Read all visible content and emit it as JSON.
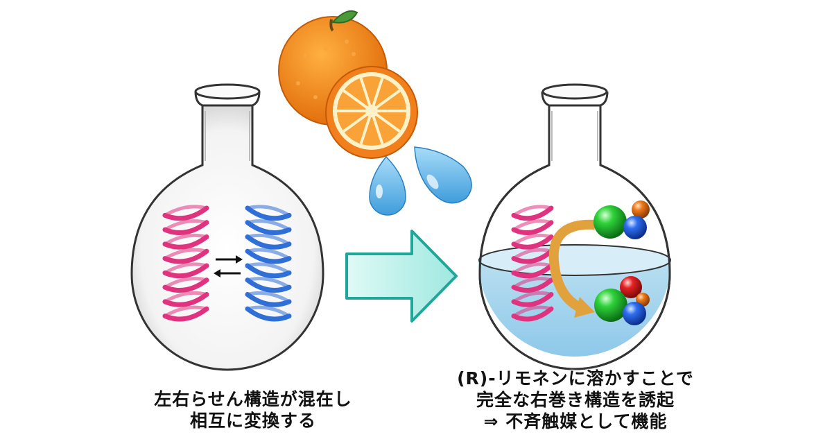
{
  "captions": {
    "left": {
      "line1": "左右らせん構造が混在し",
      "line2": "相互に変換する"
    },
    "right": {
      "line1": "(R)-リモネンに溶かすことで",
      "line2": "完全な右巻き構造を誘起",
      "line3": "⇒ 不斉触媒として機能"
    }
  },
  "colors": {
    "left_helix": "#e0337f",
    "right_helix": "#2f6fd6",
    "arrow_fill": "#bff3ee",
    "arrow_stroke": "#1fa79a",
    "solution": "#cfe8f5",
    "curved_arrow": "#e1a13c",
    "orange_peel": "#f27f1c",
    "droplet": "#62b5e5"
  },
  "icons": [
    "flask-icon",
    "orange-icon",
    "droplet-icon",
    "helix-icon",
    "molecule-icon",
    "equilibrium-arrows-icon",
    "right-arrow-icon"
  ]
}
